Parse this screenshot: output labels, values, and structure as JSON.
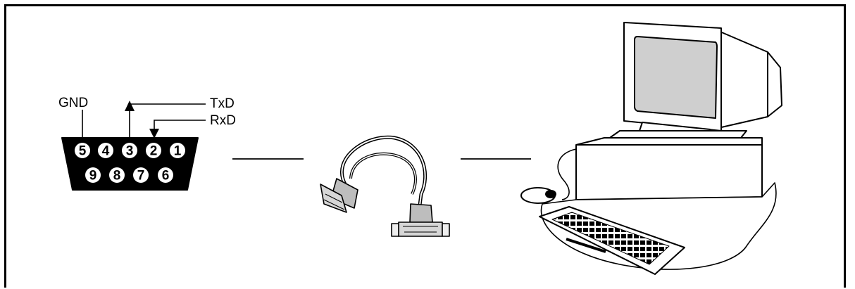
{
  "connector": {
    "labels": {
      "gnd": "GND",
      "txd": "TxD",
      "rxd": "RxD"
    },
    "top_row": [
      "5",
      "4",
      "3",
      "2",
      "1"
    ],
    "bottom_row": [
      "9",
      "8",
      "7",
      "6"
    ]
  },
  "icons": {
    "cable": "serial-cable-icon",
    "computer": "desktop-computer-icon"
  }
}
